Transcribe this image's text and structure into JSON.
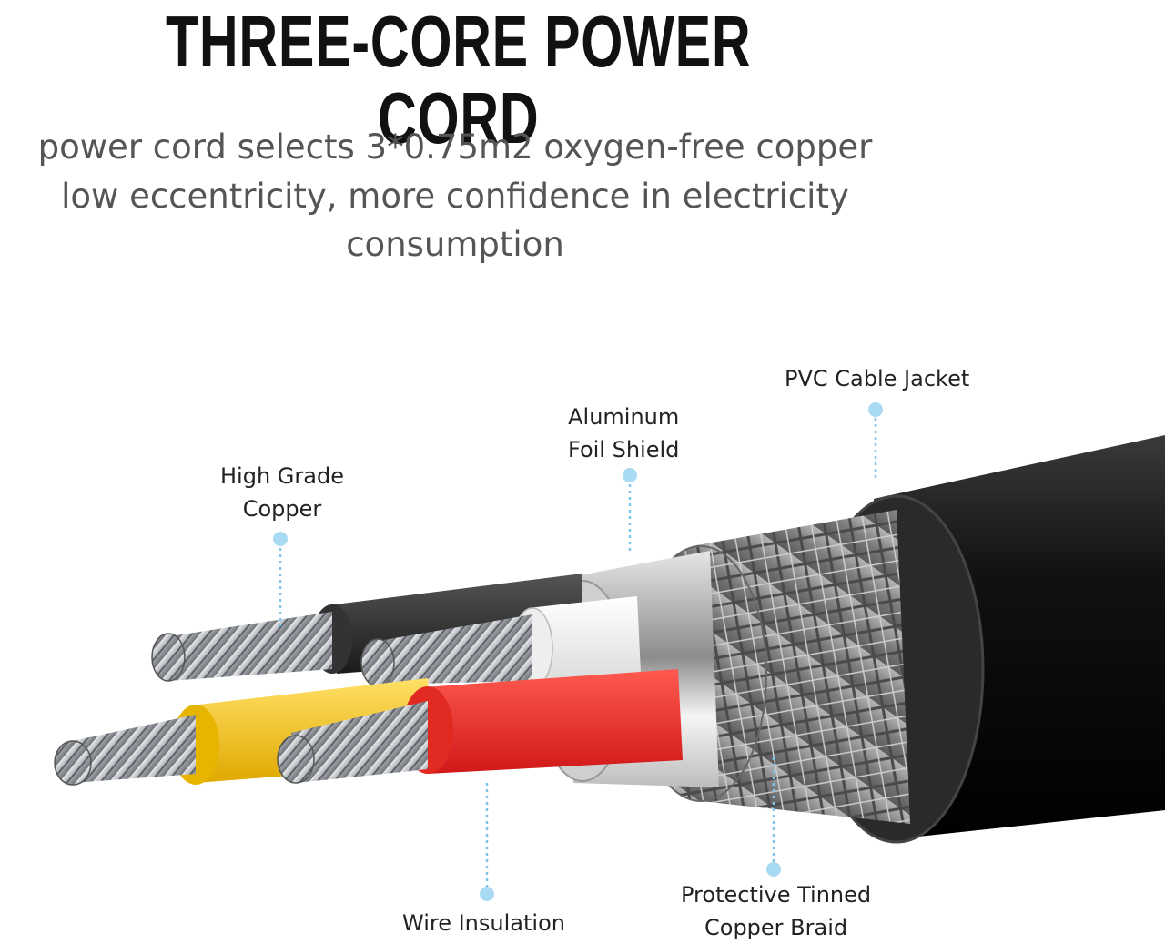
{
  "title": "THREE-CORE POWER CORD",
  "subtitle": [
    "power cord selects 3*0.75m2 oxygen-free copper",
    "low eccentricity, more confidence in electricity",
    "consumption"
  ],
  "labels": {
    "pvc_jacket": "PVC Cable Jacket",
    "foil_shield_1": "Aluminum",
    "foil_shield_2": "Foil Shield",
    "copper_1": "High Grade",
    "copper_2": "Copper",
    "insulation": "Wire Insulation",
    "braid_1": "Protective Tinned",
    "braid_2": "Copper Braid"
  },
  "colors": {
    "jacket": "#111111",
    "braid": "#8a8a8a",
    "foil": "#d9d9d9",
    "wire_black": "#2a2a2a",
    "wire_white": "#f2f2f2",
    "wire_yellow": "#f2c521",
    "wire_red": "#f0302e",
    "copper_strand": "#b9bcc0",
    "callout_dot": "#9fd3ee"
  }
}
